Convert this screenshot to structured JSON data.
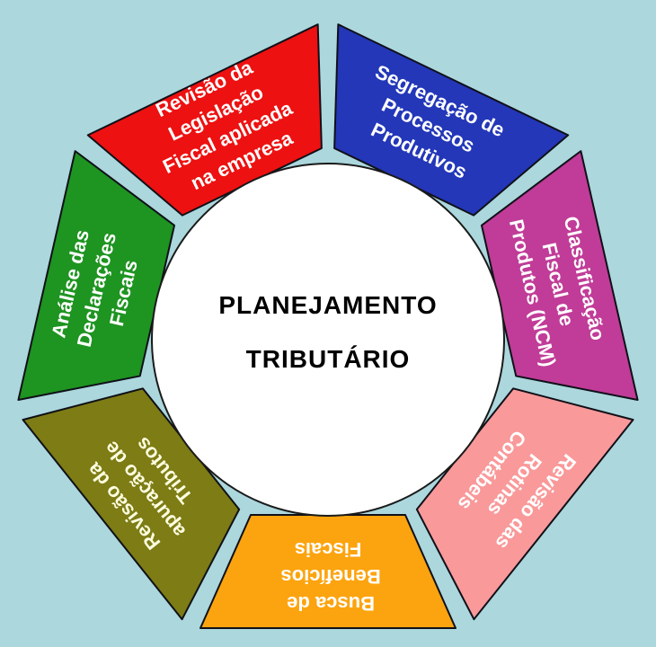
{
  "background_color": "#ABD7DD",
  "center_circle": {
    "fill": "#FFFFFF",
    "text_color": "#000000",
    "title_line1": "PLANEJAMENTO",
    "title_line2": "TRIBUTÁRIO"
  },
  "segments": [
    {
      "id": "revisao-legislacao-fiscal",
      "color": "#ED1111",
      "text_color": "#FFFFFF",
      "label": "Revisão da Legislação Fiscal aplicada na empresa",
      "lines": [
        "Revisão da",
        "Legislação",
        "Fiscal aplicada",
        "na empresa"
      ]
    },
    {
      "id": "segregacao-processos-produtivos",
      "color": "#2337B8",
      "text_color": "#FFFFFF",
      "label": "Segregação de Processos Produtivos",
      "lines": [
        "Segregação de",
        "Processos",
        "Produtivos"
      ]
    },
    {
      "id": "classificacao-fiscal-produtos-ncm",
      "color": "#C03C98",
      "text_color": "#FFFFFF",
      "label": "Classificação Fiscal de Produtos (NCM)",
      "lines": [
        "Classificação",
        "Fiscal de",
        "Produtos (NCM)"
      ]
    },
    {
      "id": "revisao-rotinas-contabeis",
      "color": "#F9999A",
      "text_color": "#FFFFFF",
      "label": "Revisão das Rotinas Contábeis",
      "lines": [
        "Revisão das",
        "Rotinas",
        "Contábeis"
      ]
    },
    {
      "id": "busca-beneficios-fiscais",
      "color": "#FCA40F",
      "text_color": "#FFFFFF",
      "label": "Busca de Benefícios Fiscais",
      "lines": [
        "Busca de",
        "Benefícios",
        "Fiscais"
      ]
    },
    {
      "id": "revisao-apuracao-tributos",
      "color": "#7D7C15",
      "text_color": "#FDFDE0",
      "label": "Revisão da apuração de Tributos",
      "lines": [
        "Revisão da",
        "apuração de",
        "Tributos"
      ]
    },
    {
      "id": "analise-declaracoes-fiscais",
      "color": "#1E9421",
      "text_color": "#FFFFFF",
      "label": "Análise das Declarações Fiscais",
      "lines": [
        "Análise das",
        "Declarações",
        "Fiscais"
      ]
    }
  ]
}
